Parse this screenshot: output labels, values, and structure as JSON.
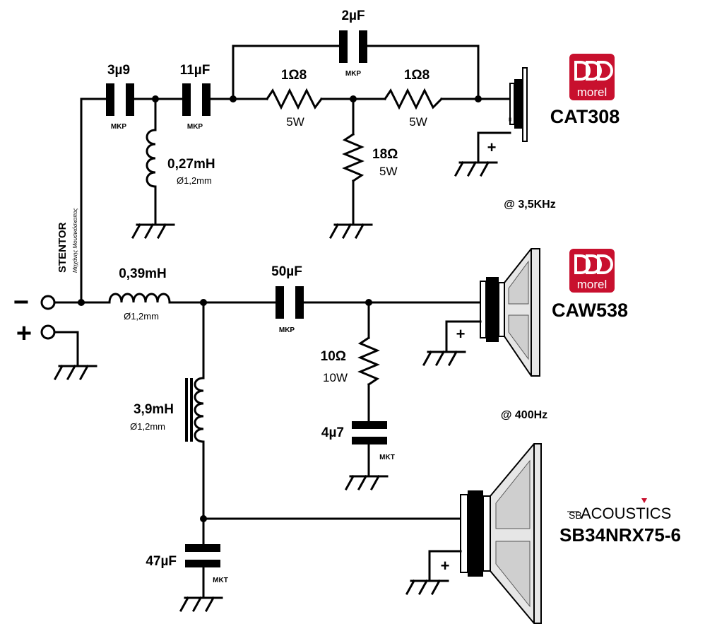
{
  "components": {
    "c_tw1": {
      "value": "3µ9",
      "type": "MKP"
    },
    "c_tw2": {
      "value": "11µF",
      "type": "MKP"
    },
    "c_tw_bypass": {
      "value": "2µF",
      "type": "MKP"
    },
    "r_tw1": {
      "value": "1Ω8",
      "power": "5W"
    },
    "r_tw2": {
      "value": "1Ω8",
      "power": "5W"
    },
    "r_tw_shunt": {
      "value": "18Ω",
      "power": "5W"
    },
    "l_tw": {
      "value": "0,27mH",
      "wire": "Ø1,2mm"
    },
    "l_mid": {
      "value": "0,39mH",
      "wire": "Ø1,2mm"
    },
    "c_mid": {
      "value": "50µF",
      "type": "MKP"
    },
    "r_zobel": {
      "value": "10Ω",
      "power": "10W"
    },
    "c_zobel": {
      "value": "4µ7",
      "type": "MKT"
    },
    "l_woofer": {
      "value": "3,9mH",
      "wire": "Ø1,2mm"
    },
    "c_woofer": {
      "value": "47µF",
      "type": "MKT"
    }
  },
  "drivers": {
    "tweeter": {
      "brand": "morel",
      "model": "CAT308",
      "polarity": "+"
    },
    "midrange": {
      "brand": "morel",
      "model": "CAW538",
      "polarity": "+"
    },
    "woofer": {
      "brand_prefix": "SB",
      "brand_name": "ACOUSTICS",
      "model": "SB34NRX75-6",
      "polarity": "+"
    }
  },
  "crossover": {
    "high": "@ 3,5KHz",
    "low": "@ 400Hz"
  },
  "input": {
    "minus": "−",
    "plus": "+"
  },
  "designer": {
    "name": "STENTOR",
    "tagline": "Μηχάνης Μουσικόσκοπος"
  },
  "colors": {
    "morel_red": "#c8102e",
    "line": "#000000",
    "acoustics_accent": "#c8102e"
  }
}
